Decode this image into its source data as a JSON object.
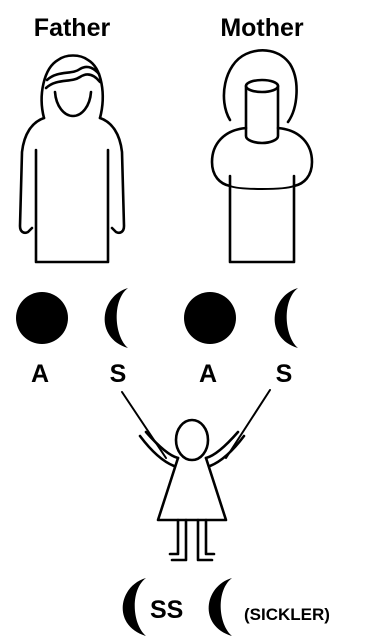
{
  "parents": {
    "father_label": "Father",
    "mother_label": "Mother"
  },
  "genes": {
    "father_gene_1": "A",
    "father_gene_2": "S",
    "mother_gene_1": "A",
    "mother_gene_2": "S"
  },
  "child": {
    "genotype": "SS",
    "status": "(SICKLER)"
  }
}
